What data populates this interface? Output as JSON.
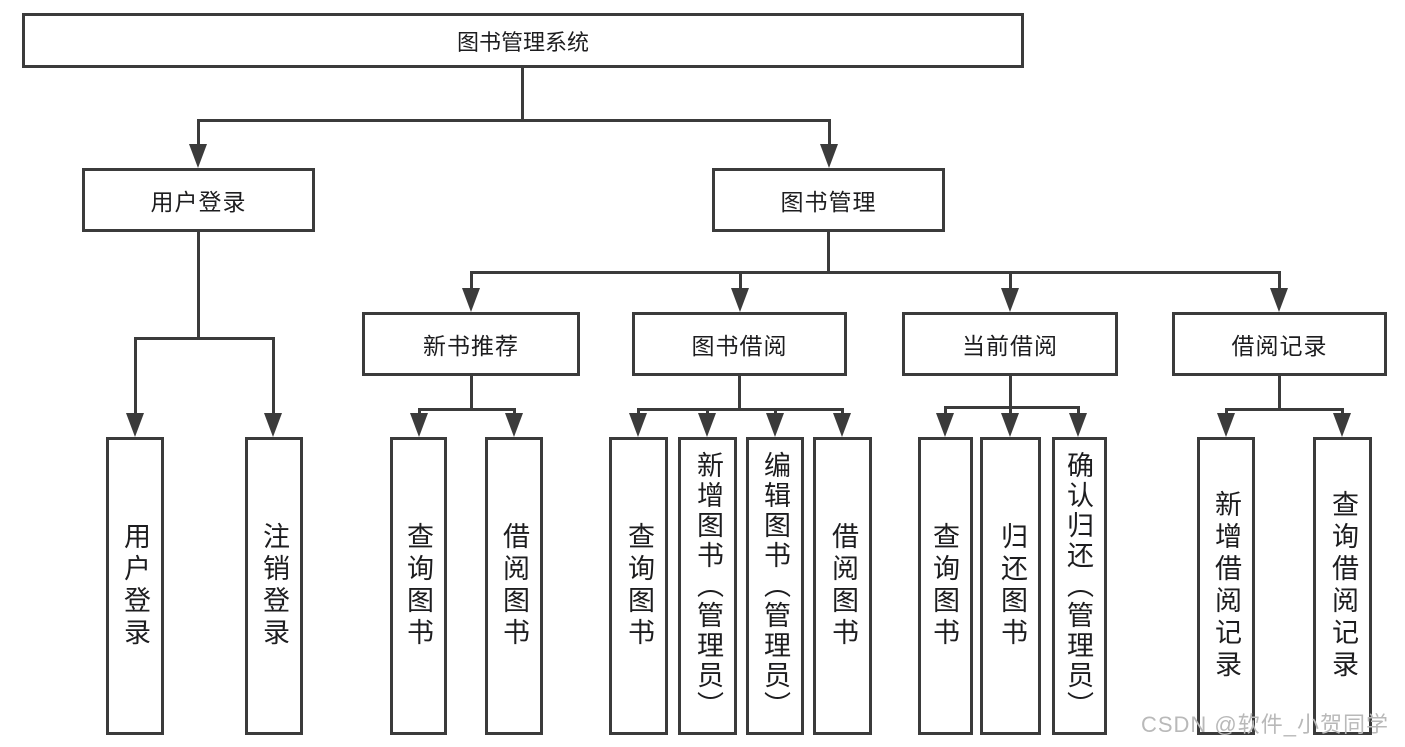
{
  "root": {
    "label": "图书管理系统"
  },
  "level2": [
    {
      "label": "用户登录"
    },
    {
      "label": "图书管理"
    }
  ],
  "level3": [
    {
      "label": "新书推荐"
    },
    {
      "label": "图书借阅"
    },
    {
      "label": "当前借阅"
    },
    {
      "label": "借阅记录"
    }
  ],
  "leaves": {
    "user_login": [
      {
        "label": "用户登录"
      },
      {
        "label": "注销登录"
      }
    ],
    "new_book": [
      {
        "label": "查询图书"
      },
      {
        "label": "借阅图书"
      }
    ],
    "book_borrow": [
      {
        "label": "查询图书"
      },
      {
        "label": "新增图书（管理员）"
      },
      {
        "label": "编辑图书（管理员）"
      },
      {
        "label": "借阅图书"
      }
    ],
    "current_borrow": [
      {
        "label": "查询图书"
      },
      {
        "label": "归还图书"
      },
      {
        "label": "确认归还（管理员）"
      }
    ],
    "borrow_record": [
      {
        "label": "新增借阅记录"
      },
      {
        "label": "查询借阅记录"
      }
    ]
  },
  "watermark": {
    "text": "CSDN @软件_小贺同学"
  },
  "colors": {
    "line": "#3b3b3b",
    "text": "#1d1d1f",
    "background": "#ffffff",
    "watermark": "#b9b9b9"
  }
}
